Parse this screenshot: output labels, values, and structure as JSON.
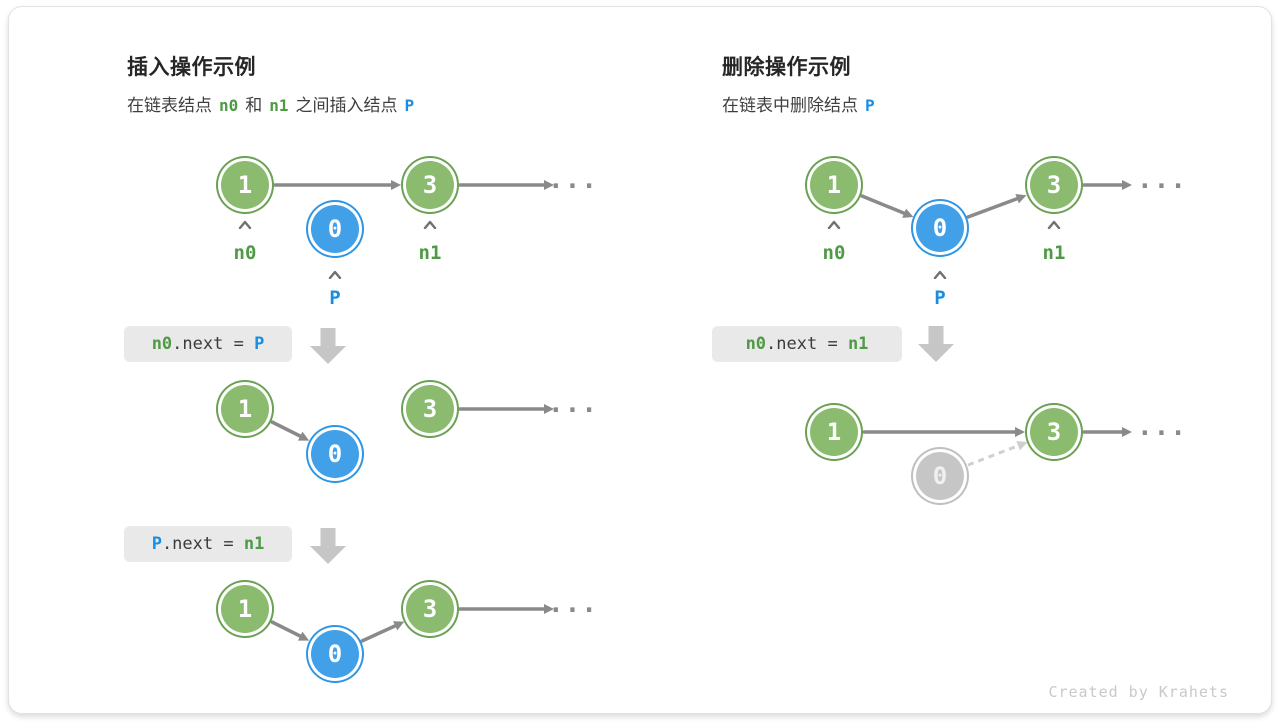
{
  "insert_panel": {
    "title": "插入操作示例",
    "subtitle": {
      "part1": "在链表结点",
      "token_n0": "n0",
      "part2": "和",
      "token_n1": "n1",
      "part3": "之间插入结点",
      "token_p": "P"
    },
    "fig_initial": {
      "node_1": "1",
      "node_3": "3",
      "node_p": "0",
      "label_n0": "n0",
      "label_n1": "n1",
      "label_p": "P",
      "ellipsis": "..."
    },
    "code_step1": {
      "lhs": "n0",
      "mid": ".next = ",
      "rhs": "P"
    },
    "fig_step1": {
      "node_1": "1",
      "node_p": "0",
      "node_3": "3",
      "ellipsis": "..."
    },
    "code_step2": {
      "lhs": "P",
      "mid": ".next = ",
      "rhs": "n1"
    },
    "fig_step2": {
      "node_1": "1",
      "node_p": "0",
      "node_3": "3",
      "ellipsis": "..."
    }
  },
  "delete_panel": {
    "title": "删除操作示例",
    "subtitle": {
      "part1": "在链表中删除结点",
      "token_p": "P"
    },
    "fig_initial": {
      "node_1": "1",
      "node_p": "0",
      "node_3": "3",
      "label_n0": "n0",
      "label_n1": "n1",
      "label_p": "P",
      "ellipsis": "..."
    },
    "code_step1": {
      "lhs": "n0",
      "mid": ".next = ",
      "rhs": "n1"
    },
    "fig_result": {
      "node_1": "1",
      "node_removed": "0",
      "node_3": "3",
      "ellipsis": "..."
    }
  },
  "footer": {
    "credit": "Created by Krahets"
  },
  "icons": {
    "pointer_marker": "up-caret-icon",
    "step_transition": "down-block-arrow-icon",
    "link": "arrow-right-icon"
  },
  "colors": {
    "node_green_fill": "#8abb6e",
    "node_green_ring": "#6aa152",
    "node_blue_fill": "#41a0e8",
    "node_blue_ring": "#2e96e4",
    "node_gray_fill": "#c6c6c6",
    "token_green": "#4e9a45",
    "token_blue": "#1b8de0",
    "arrow_gray": "#8a8a8a",
    "arrow_dashed_gray": "#cfcfcf",
    "code_box_bg": "#e9e9e9",
    "block_arrow_gray": "#c6c6c6"
  }
}
